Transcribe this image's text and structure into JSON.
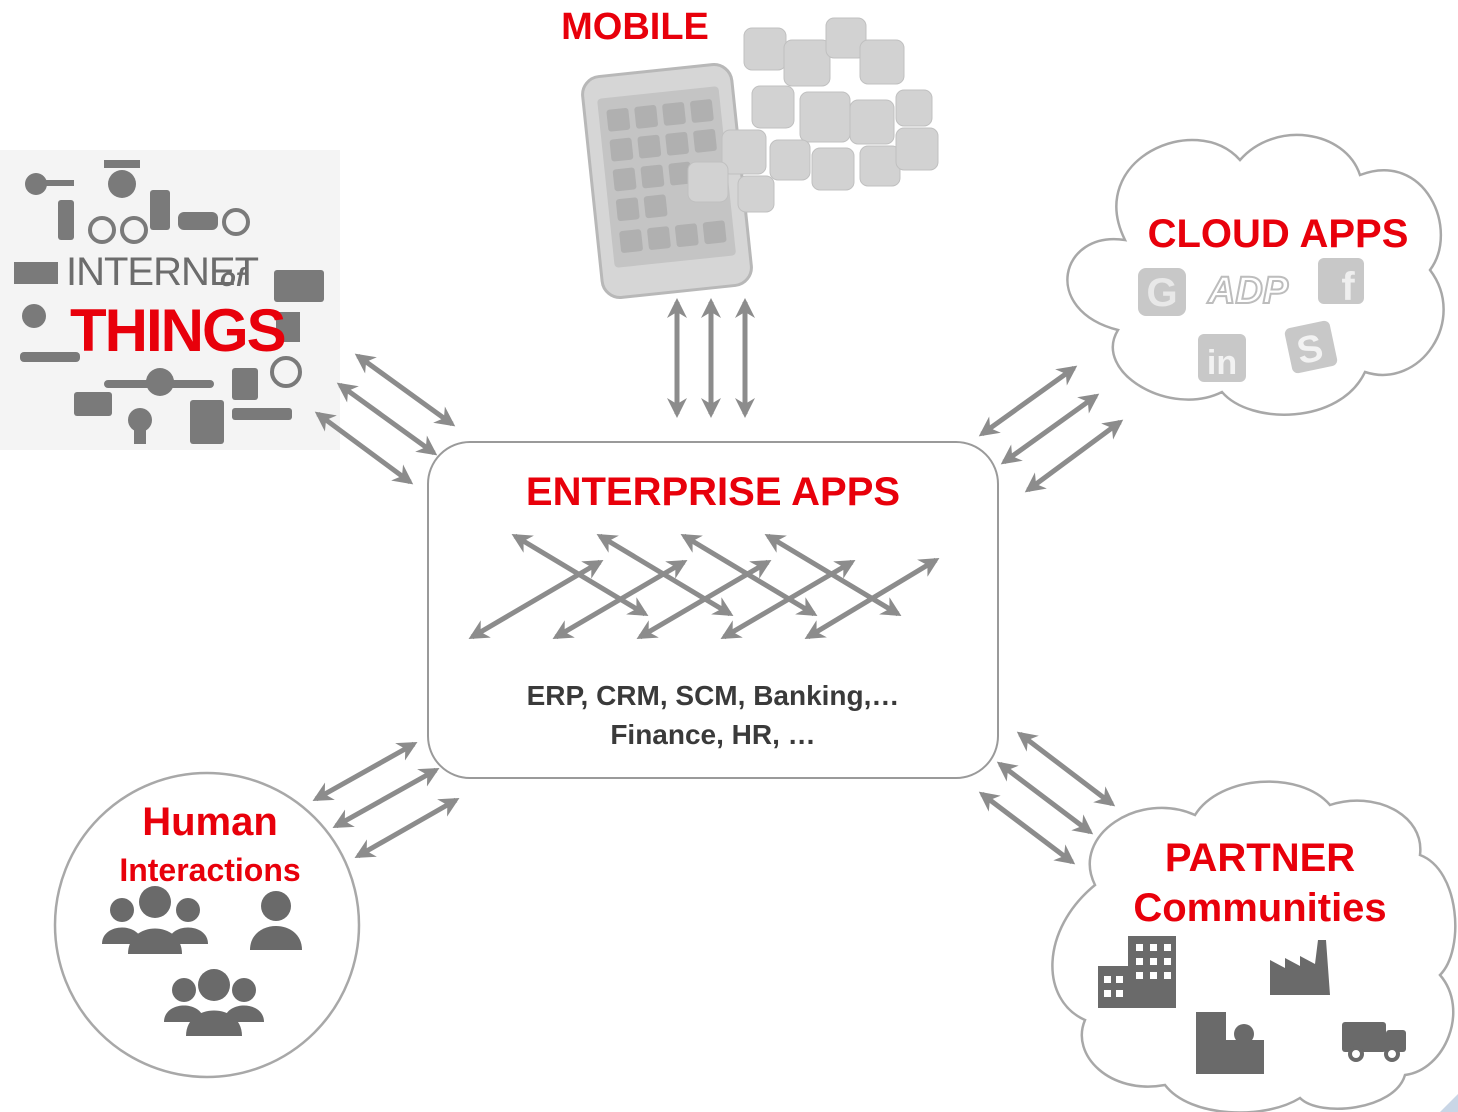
{
  "nodes": {
    "mobile": {
      "title": "MOBILE"
    },
    "cloud": {
      "title": "CLOUD APPS",
      "logos": [
        "G",
        "ADP",
        "f",
        "in",
        "S"
      ]
    },
    "iot": {
      "line1": "INTERNET",
      "of": "of",
      "line2": "THINGS"
    },
    "enterprise": {
      "title": "ENTERPRISE APPS",
      "line1": "ERP, CRM, SCM, Banking,…",
      "line2": "Finance, HR, …"
    },
    "human": {
      "line1": "Human",
      "line2": "Interactions"
    },
    "partner": {
      "line1": "PARTNER",
      "line2": "Communities"
    }
  },
  "colors": {
    "accent": "#e8000b",
    "arrow": "#8c8c8c",
    "icon": "#6a6a6a",
    "outline": "#9a9a9a"
  }
}
